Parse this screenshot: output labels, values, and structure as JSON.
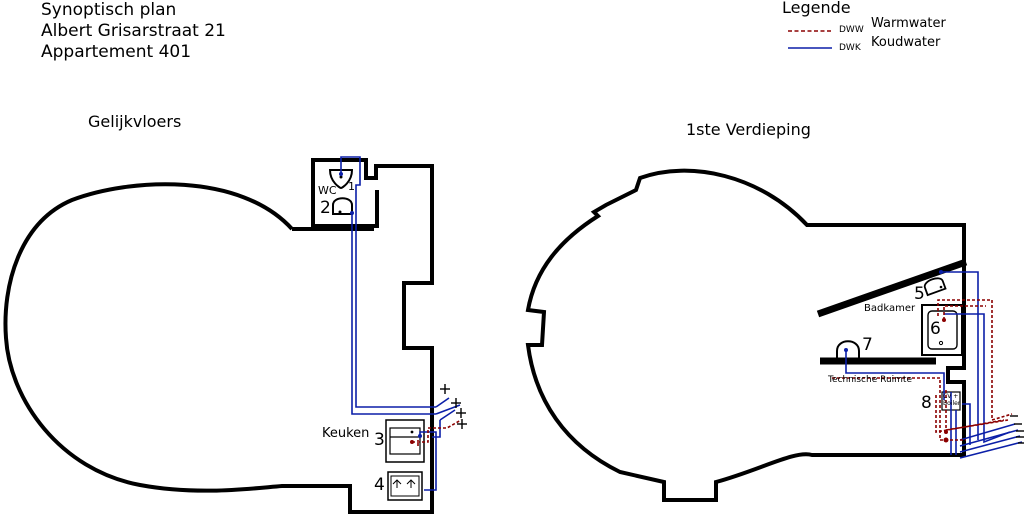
{
  "header": {
    "line1": "Synoptisch plan",
    "line2": "Albert Grisarstraat 21",
    "line3": "Appartement 401"
  },
  "legend": {
    "title": "Legende",
    "items": [
      {
        "code": "DWW",
        "label": "Warmwater",
        "color": "#8b0000",
        "style": "dashed"
      },
      {
        "code": "DWK",
        "label": "Koudwater",
        "color": "#0b1fa8",
        "style": "solid"
      }
    ]
  },
  "floors": {
    "ground": {
      "title": "Gelijkvloers",
      "wc_label": "WC",
      "kitchen_label": "Keuken",
      "fixtures": [
        "1",
        "2",
        "3",
        "4"
      ]
    },
    "first": {
      "title": "1ste Verdieping",
      "bathroom_label": "Badkamer",
      "technical_label": "Technische Ruimte",
      "boiler_label": "CV + Boiler",
      "fixtures": [
        "5",
        "6",
        "7",
        "8"
      ]
    }
  },
  "colors": {
    "wall": "#000000",
    "cold": "#0b1fa8",
    "hot": "#8b0000"
  }
}
